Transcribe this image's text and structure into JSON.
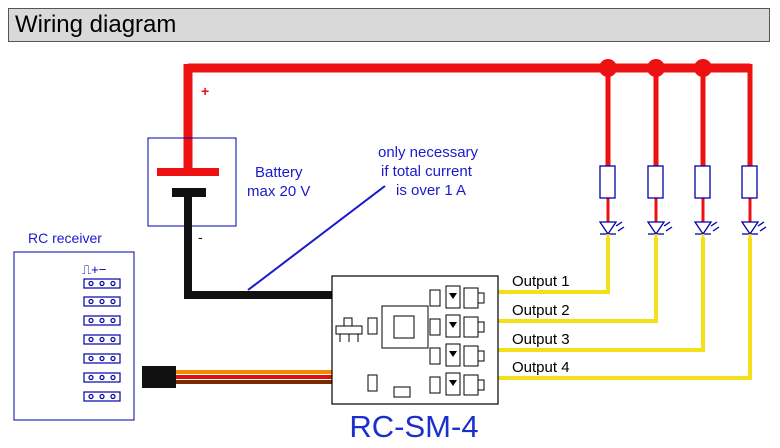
{
  "header": {
    "title": "Wiring diagram"
  },
  "battery": {
    "label_line1": "Battery",
    "label_line2": "max 20 V",
    "plus": "+",
    "minus": "-"
  },
  "note": {
    "line1": "only necessary",
    "line2": "if total current",
    "line3": "is over 1 A"
  },
  "receiver": {
    "label": "RC receiver",
    "pin_legend": "⎍+−"
  },
  "module": {
    "name": "RC-SM-4"
  },
  "outputs": [
    {
      "label": "Output 1"
    },
    {
      "label": "Output 2"
    },
    {
      "label": "Output 3"
    },
    {
      "label": "Output 4"
    }
  ],
  "colors": {
    "positive_wire": "#ee1111",
    "negative_wire": "#111111",
    "output_wire": "#f5de1a",
    "note_blue": "#1a1acc",
    "module_label": "#1a2fcc",
    "servo_orange": "#f08a00",
    "servo_brown": "#7a2a00",
    "servo_red": "#e01010"
  }
}
